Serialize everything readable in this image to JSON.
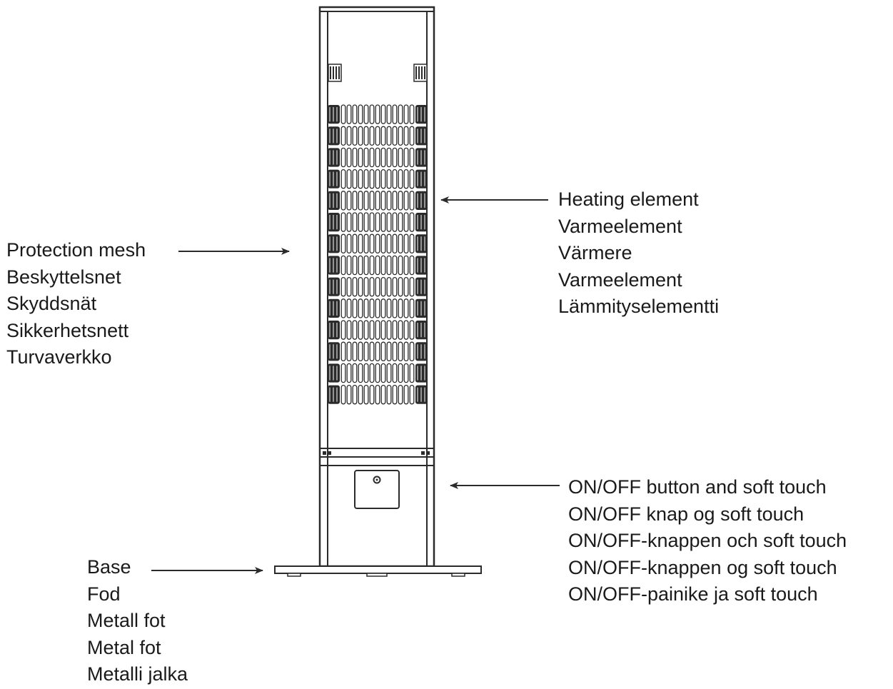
{
  "callouts": {
    "heating_element": {
      "labels": [
        "Heating element",
        "Varmeelement",
        "Värmere",
        "Varmeelement",
        "Lämmityselementti"
      ]
    },
    "protection_mesh": {
      "labels": [
        "Protection mesh",
        "Beskyttelsnet",
        "Skyddsnät",
        "Sikkerhetsnett",
        "Turvaverkko"
      ]
    },
    "onoff_button": {
      "labels": [
        "ON/OFF button and soft touch",
        "ON/OFF knap og soft touch",
        "ON/OFF-knappen och soft touch",
        "ON/OFF-knappen og soft touch",
        "ON/OFF-painike ja soft touch"
      ]
    },
    "base": {
      "labels": [
        "Base",
        "Fod",
        "Metall fot",
        "Metal fot",
        "Metalli jalka"
      ]
    }
  },
  "colors": {
    "line": "#2b2b2b",
    "text": "#1a1a1a",
    "background": "#ffffff"
  }
}
